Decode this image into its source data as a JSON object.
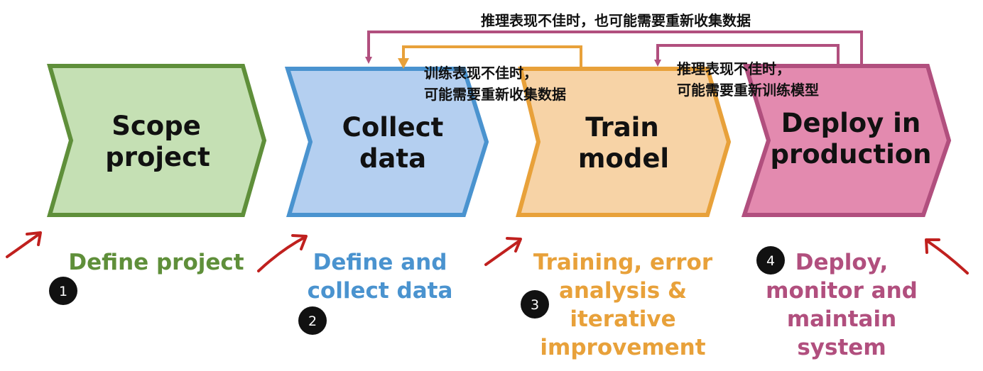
{
  "stages": [
    {
      "title_line1": "Scope",
      "title_line2": "project",
      "fill": "#c5e0b4",
      "stroke": "#5f8f3a"
    },
    {
      "title_line1": "Collect",
      "title_line2": "data",
      "fill": "#b4cff0",
      "stroke": "#4a93cf"
    },
    {
      "title_line1": "Train",
      "title_line2": "model",
      "fill": "#f7d3a6",
      "stroke": "#e8a13a"
    },
    {
      "title_line1": "Deploy in",
      "title_line2": "production",
      "fill": "#e38aaf",
      "stroke": "#b14f7e"
    }
  ],
  "steps": [
    {
      "number": "1",
      "lines": [
        "Define project"
      ],
      "color": "#5f8f3a"
    },
    {
      "number": "2",
      "lines": [
        "Define and",
        "collect data"
      ],
      "color": "#4a93cf"
    },
    {
      "number": "3",
      "lines": [
        "Training, error",
        "analysis &",
        "iterative",
        "improvement"
      ],
      "color": "#e8a13a"
    },
    {
      "number": "4",
      "lines": [
        "Deploy,",
        "monitor and",
        "maintain",
        "system"
      ],
      "color": "#b14f7e"
    }
  ],
  "feedback_notes": {
    "top": "推理表现不佳时，也可能需要重新收集数据",
    "train_to_data": [
      "训练表现不佳时，",
      "可能需要重新收集数据"
    ],
    "deploy_to_train": [
      "推理表现不佳时，",
      "可能需要重新训练模型"
    ]
  },
  "colors": {
    "feedback_deploy": "#b14f7e",
    "feedback_train": "#e8a13a",
    "hand_arrows": "#c0201e",
    "badge": "#111111"
  },
  "icons": [
    "hand-drawn-arrow-icon",
    "feedback-arrow-icon",
    "number-badge-icon"
  ]
}
